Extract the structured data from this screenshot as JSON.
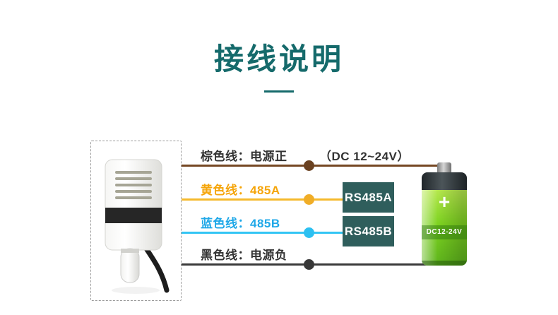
{
  "title": "接线说明",
  "wires": [
    {
      "label": "棕色线：电源正",
      "note": "（DC 12~24V）",
      "wire_color": "#754723",
      "label_color": "#333333"
    },
    {
      "label": "黄色线：485A",
      "note": "",
      "wire_color": "#f5b92c",
      "label_color": "#f5a50a"
    },
    {
      "label": "蓝色线：485B",
      "note": "",
      "wire_color": "#33c5f4",
      "label_color": "#1fa8e8"
    },
    {
      "label": "黑色线：电源负",
      "note": "",
      "wire_color": "#3a3a3a",
      "label_color": "#333333"
    }
  ],
  "terminals": [
    {
      "label": "RS485A"
    },
    {
      "label": "RS485B"
    }
  ],
  "battery": {
    "plus_symbol": "+",
    "label": "DC12-24V"
  },
  "colors": {
    "title": "#156a6b",
    "terminal_box": "#2f5e5c",
    "battery_green": "#7ed321",
    "frame_dash": "#9b9b9b"
  }
}
